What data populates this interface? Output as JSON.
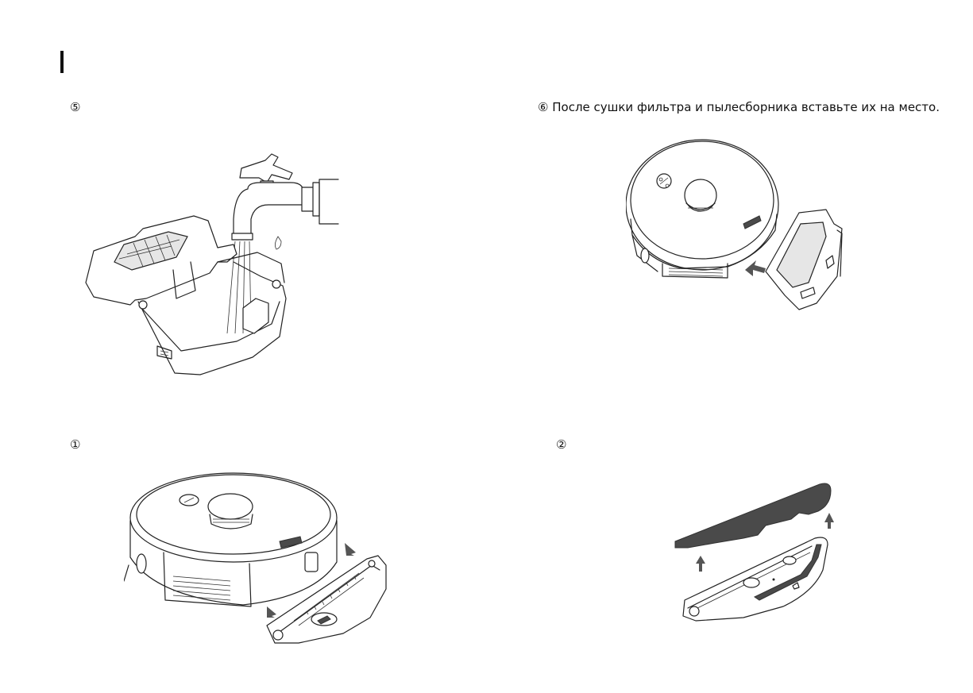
{
  "steps": {
    "step5": {
      "number": "⑤",
      "text": ""
    },
    "step6": {
      "number": "⑥",
      "text": "После сушки фильтра и пылесборника вставьте их на место."
    },
    "step1": {
      "number": "①",
      "text": ""
    },
    "step2": {
      "number": "②",
      "text": ""
    }
  },
  "figures": {
    "wash_bin": {
      "icon": "dustbin-under-faucet-illustration"
    },
    "insert_bin": {
      "icon": "robot-vacuum-insert-dustbin-illustration"
    },
    "remove_mop": {
      "icon": "robot-vacuum-remove-mop-bracket-illustration"
    },
    "mop_cloth": {
      "icon": "mop-cloth-detach-illustration"
    }
  },
  "colors": {
    "line": "#222222",
    "mop_fill": "#4a4a4a",
    "background": "#ffffff"
  }
}
